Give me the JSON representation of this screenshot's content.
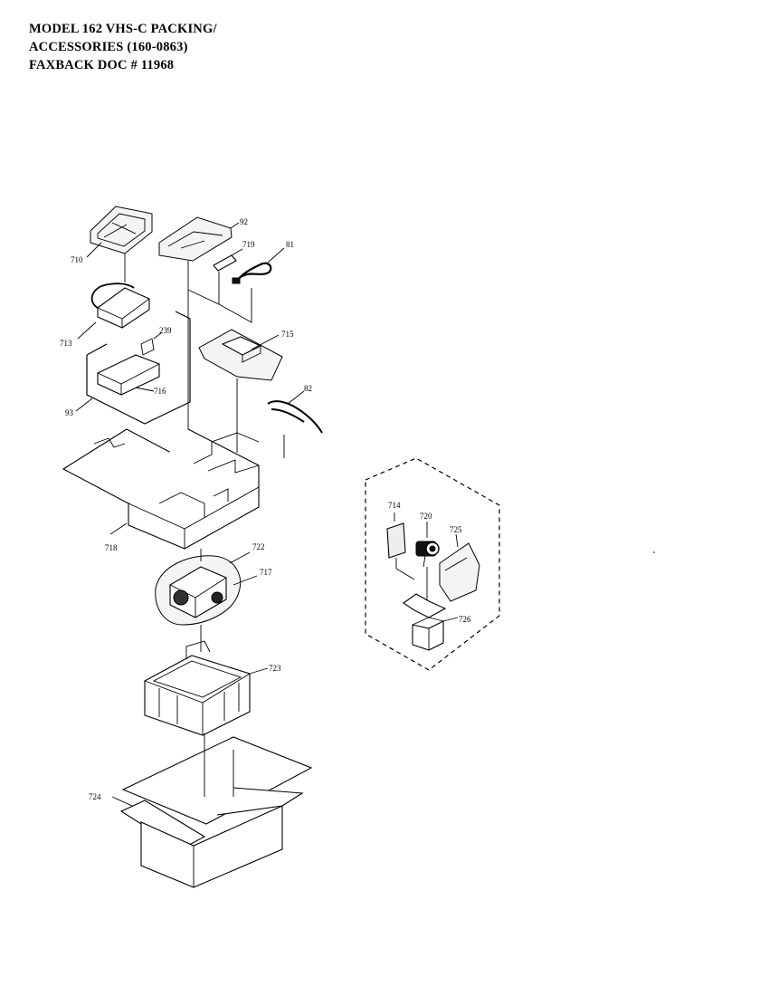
{
  "header": {
    "line1": "MODEL 162 VHS-C PACKING/",
    "line2": "ACCESSORIES  (160-0863)",
    "line3": "FAXBACK DOC # 11968"
  },
  "labels": {
    "p710": "710",
    "p92": "92",
    "p719": "719",
    "p81": "81",
    "p713": "713",
    "p239": "239",
    "p715": "715",
    "p716": "716",
    "p93": "93",
    "p82": "82",
    "p718": "718",
    "p722": "722",
    "p717": "717",
    "p723": "723",
    "p724": "724",
    "p714": "714",
    "p720": "720",
    "p725": "725",
    "p726": "726"
  }
}
